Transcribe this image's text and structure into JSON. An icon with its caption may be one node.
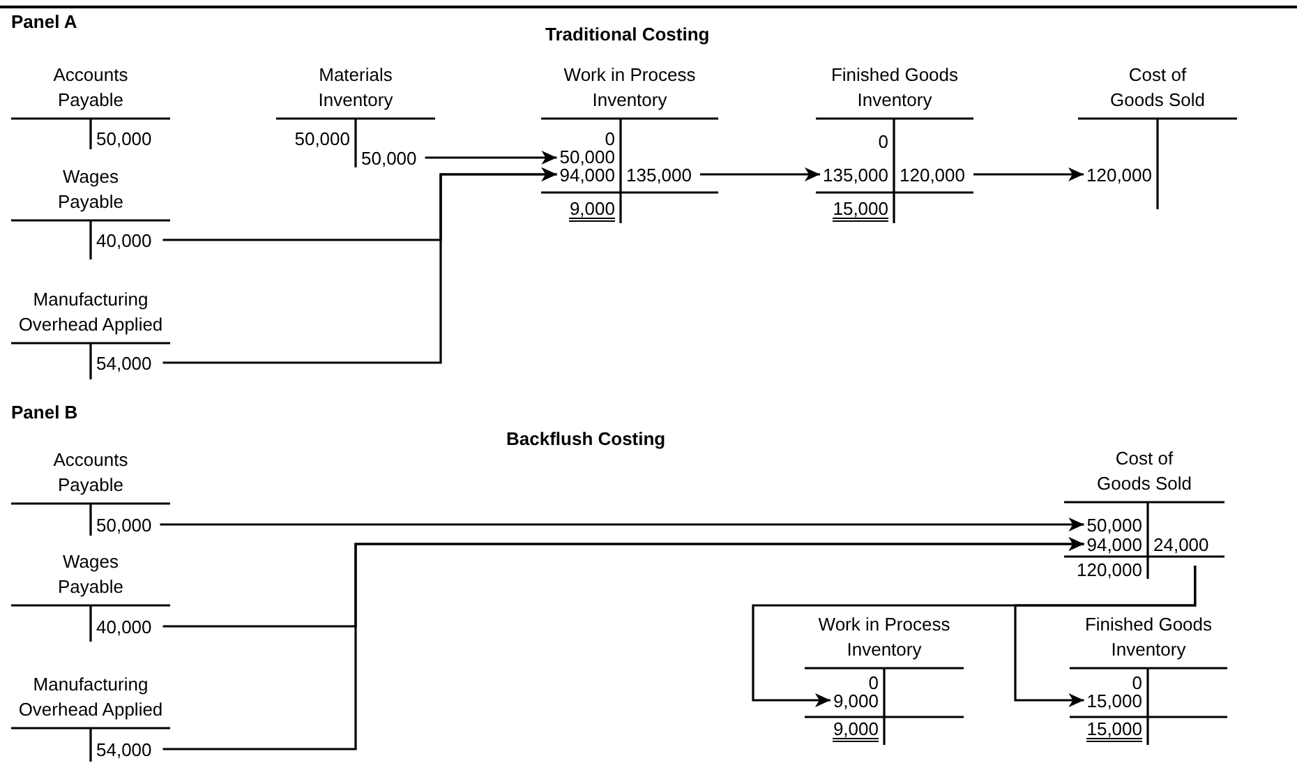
{
  "diagram": {
    "nodes": [
      {
        "text": [
          "Accounts Payable"
        ]
      },
      {
        "text": [
          "50,000"
        ],
        "in": 0
      },
      {
        "text": [
          "Materials Inventory"
        ]
      },
      {
        "text": [
          "50,000"
        ],
        "in": 2
      },
      {
        "text": [
          "50,000"
        ],
        "in": 2
      },
      {
        "text": [
          "Wages Payable"
        ]
      },
      {
        "text": [
          "40,000"
        ],
        "in": 5
      },
      {
        "text": [
          "Work in Process Inventory"
        ]
      },
      {
        "text": [
          "0"
        ],
        "in": 7
      },
      {
        "text": [
          "50,000"
        ],
        "in": 7
      },
      {
        "text": [
          "94,000"
        ],
        "in": 7
      },
      {
        "text": [
          "135,000"
        ],
        "in": 7
      },
      {
        "text": [
          "9,000"
        ],
        "in": 7
      },
      {
        "text": [
          "Finished Goods Inventory"
        ]
      },
      {
        "text": [
          "0"
        ],
        "in": 13
      },
      {
        "text": [
          "135,000"
        ],
        "in": 13
      },
      {
        "text": [
          "120,000"
        ],
        "in": 13
      },
      {
        "text": [
          "15,000"
        ],
        "in": 13
      },
      {
        "text": [
          "Cost of Goods Sold"
        ]
      },
      {
        "text": [
          "120,000"
        ],
        "in": 18
      },
      {
        "text": [
          "Manufacturing Overhead Applied"
        ]
      },
      {
        "text": [
          "54,000"
        ],
        "in": 20
      },
      {
        "text": [
          "Accounts Payable"
        ]
      },
      {
        "text": [
          "50,000"
        ],
        "in": 22
      },
      {
        "text": [
          "Wages Payable"
        ]
      },
      {
        "text": [
          "40,000"
        ],
        "in": 24
      },
      {
        "text": [
          "Manufacturing Overhead Applied"
        ]
      },
      {
        "text": [
          "54,000"
        ],
        "in": 26
      },
      {
        "text": [
          "Cost of Goods Sold"
        ]
      },
      {
        "text": [
          "50,000"
        ],
        "in": 28
      },
      {
        "text": [
          "94,000"
        ],
        "in": 28
      },
      {
        "text": [
          "24,000"
        ],
        "in": 28
      },
      {
        "text": [
          "120,000"
        ],
        "in": 28
      },
      {
        "text": [
          "Work in Process Inventory"
        ]
      },
      {
        "text": [
          "0"
        ],
        "in": 33
      },
      {
        "text": [
          "9,000"
        ],
        "in": 33
      },
      {
        "text": [
          "9,000"
        ],
        "in": 33
      },
      {
        "text": [
          "Finished Goods Inventory"
        ]
      },
      {
        "text": [
          "0"
        ],
        "in": 37
      },
      {
        "text": [
          "15,000"
        ],
        "in": 37
      },
      {
        "text": [
          "15,000"
        ],
        "in": 37
      }
    ],
    "edges": [
      {
        "from": 4,
        "to": 9,
        "arrow": "to"
      },
      {
        "from": 6,
        "to": 10,
        "arrow": "to"
      },
      {
        "from": 21,
        "to": 10,
        "arrow": "to"
      },
      {
        "from": 11,
        "to": 15,
        "arrow": "to"
      },
      {
        "from": 16,
        "to": 19,
        "arrow": "to"
      },
      {
        "from": 23,
        "to": 29,
        "arrow": "to"
      },
      {
        "from": 25,
        "to": 30,
        "arrow": "to"
      },
      {
        "from": 27,
        "to": 30,
        "arrow": "to"
      },
      {
        "from": 31,
        "to": 35,
        "arrow": "to"
      },
      {
        "from": 31,
        "to": 39,
        "arrow": "to"
      }
    ],
    "labels": [
      "Panel A",
      "Traditional Costing",
      "Panel B",
      "Backflush Costing"
    ]
  }
}
